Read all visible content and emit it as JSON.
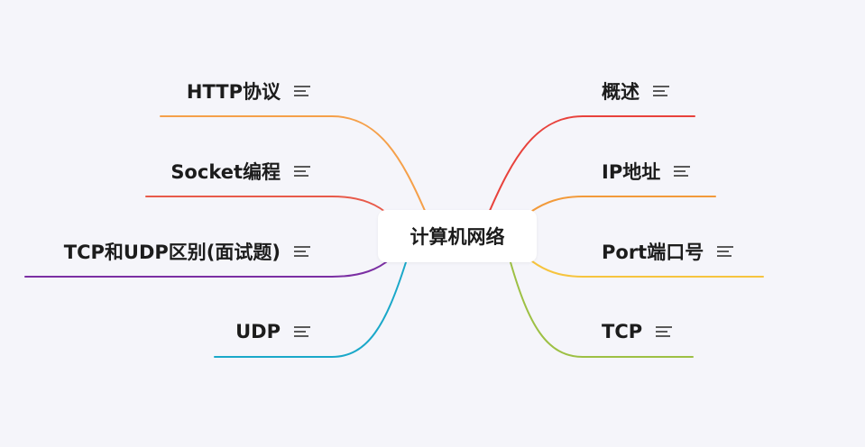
{
  "root": {
    "label": "计算机网络"
  },
  "branches": [
    {
      "id": "b1",
      "label": "HTTP协议",
      "side": "left",
      "color": "#f5a04a",
      "icon": "note-icon"
    },
    {
      "id": "b2",
      "label": "Socket编程",
      "side": "left",
      "color": "#e85a4a",
      "icon": "note-icon"
    },
    {
      "id": "b3",
      "label": "TCP和UDP区别(面试题)",
      "side": "left",
      "color": "#7b2fa3",
      "icon": "note-icon"
    },
    {
      "id": "b4",
      "label": "UDP",
      "side": "left",
      "color": "#1aa8c9",
      "icon": "note-icon"
    },
    {
      "id": "b5",
      "label": "概述",
      "side": "right",
      "color": "#e8423c",
      "icon": "note-icon"
    },
    {
      "id": "b6",
      "label": "IP地址",
      "side": "right",
      "color": "#f29a3a",
      "icon": "note-icon"
    },
    {
      "id": "b7",
      "label": "Port端口号",
      "side": "right",
      "color": "#f6c43e",
      "icon": "note-icon"
    },
    {
      "id": "b8",
      "label": "TCP",
      "side": "right",
      "color": "#9dc044",
      "icon": "note-icon"
    }
  ]
}
